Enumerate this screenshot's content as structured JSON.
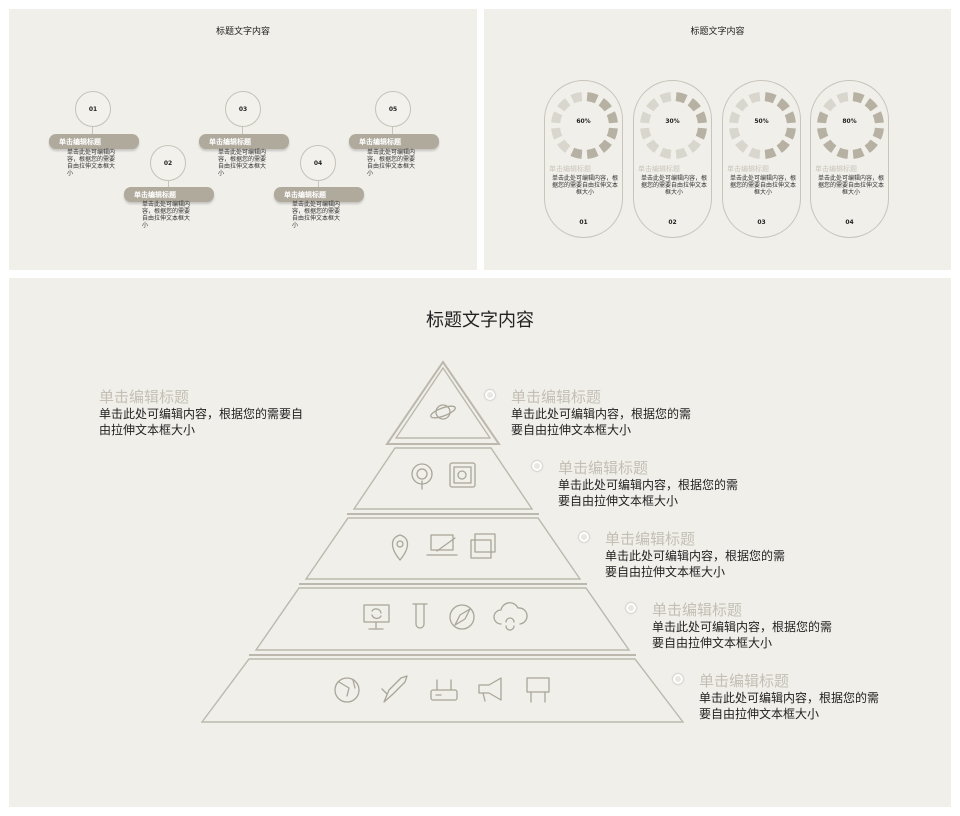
{
  "slide1": {
    "title": "标题文字内容",
    "items": [
      {
        "num": "01",
        "title": "单击编辑标题",
        "text": "单击此处可编辑内容，根据您的需要自由拉伸文本框大小"
      },
      {
        "num": "02",
        "title": "单击编辑标题",
        "text": "单击此处可编辑内容，根据您的需要自由拉伸文本框大小"
      },
      {
        "num": "03",
        "title": "单击编辑标题",
        "text": "单击此处可编辑内容，根据您的需要自由拉伸文本框大小"
      },
      {
        "num": "04",
        "title": "单击编辑标题",
        "text": "单击此处可编辑内容，根据您的需要自由拉伸文本框大小"
      },
      {
        "num": "05",
        "title": "单击编辑标题",
        "text": "单击此处可编辑内容，根据您的需要自由拉伸文本框大小"
      }
    ]
  },
  "slide2": {
    "title": "标题文字内容",
    "cards": [
      {
        "percent": "60%",
        "value": 60,
        "title": "单击编辑标题",
        "text": "单击此处可编辑内容，根据您的需要自由拉伸文本框大小",
        "num": "01"
      },
      {
        "percent": "30%",
        "value": 30,
        "title": "单击编辑标题",
        "text": "单击此处可编辑内容，根据您的需要自由拉伸文本框大小",
        "num": "02"
      },
      {
        "percent": "50%",
        "value": 50,
        "title": "单击编辑标题",
        "text": "单击此处可编辑内容，根据您的需要自由拉伸文本框大小",
        "num": "03"
      },
      {
        "percent": "80%",
        "value": 80,
        "title": "单击编辑标题",
        "text": "单击此处可编辑内容，根据您的需要自由拉伸文本框大小",
        "num": "04"
      }
    ]
  },
  "slide3": {
    "title": "标题文字内容",
    "left": {
      "title": "单击编辑标题",
      "text": "单击此处可编辑内容，根据您的需要自由拉伸文本框大小"
    },
    "levels": [
      {
        "title": "单击编辑标题",
        "text": "单击此处可编辑内容，根据您的需要自由拉伸文本框大小",
        "icons": [
          "planet-icon"
        ]
      },
      {
        "title": "单击编辑标题",
        "text": "单击此处可编辑内容，根据您的需要自由拉伸文本框大小",
        "icons": [
          "podcast-icon",
          "safe-icon"
        ]
      },
      {
        "title": "单击编辑标题",
        "text": "单击此处可编辑内容，根据您的需要自由拉伸文本框大小",
        "icons": [
          "location-pin-icon",
          "laptop-edit-icon",
          "windows-icon"
        ]
      },
      {
        "title": "单击编辑标题",
        "text": "单击此处可编辑内容，根据您的需要自由拉伸文本框大小",
        "icons": [
          "monitor-sync-icon",
          "test-tube-icon",
          "compass-icon",
          "cloud-sync-icon"
        ]
      },
      {
        "title": "单击编辑标题",
        "text": "单击此处可编辑内容，根据您的需要自由拉伸文本框大小",
        "icons": [
          "globe-icon",
          "rocket-icon",
          "router-icon",
          "megaphone-icon",
          "billboard-icon"
        ]
      }
    ]
  },
  "colors": {
    "background": "#f1efea",
    "accent": "#b0aa9c",
    "line": "#c9c5bb",
    "muted_title": "#c3bfb4"
  }
}
